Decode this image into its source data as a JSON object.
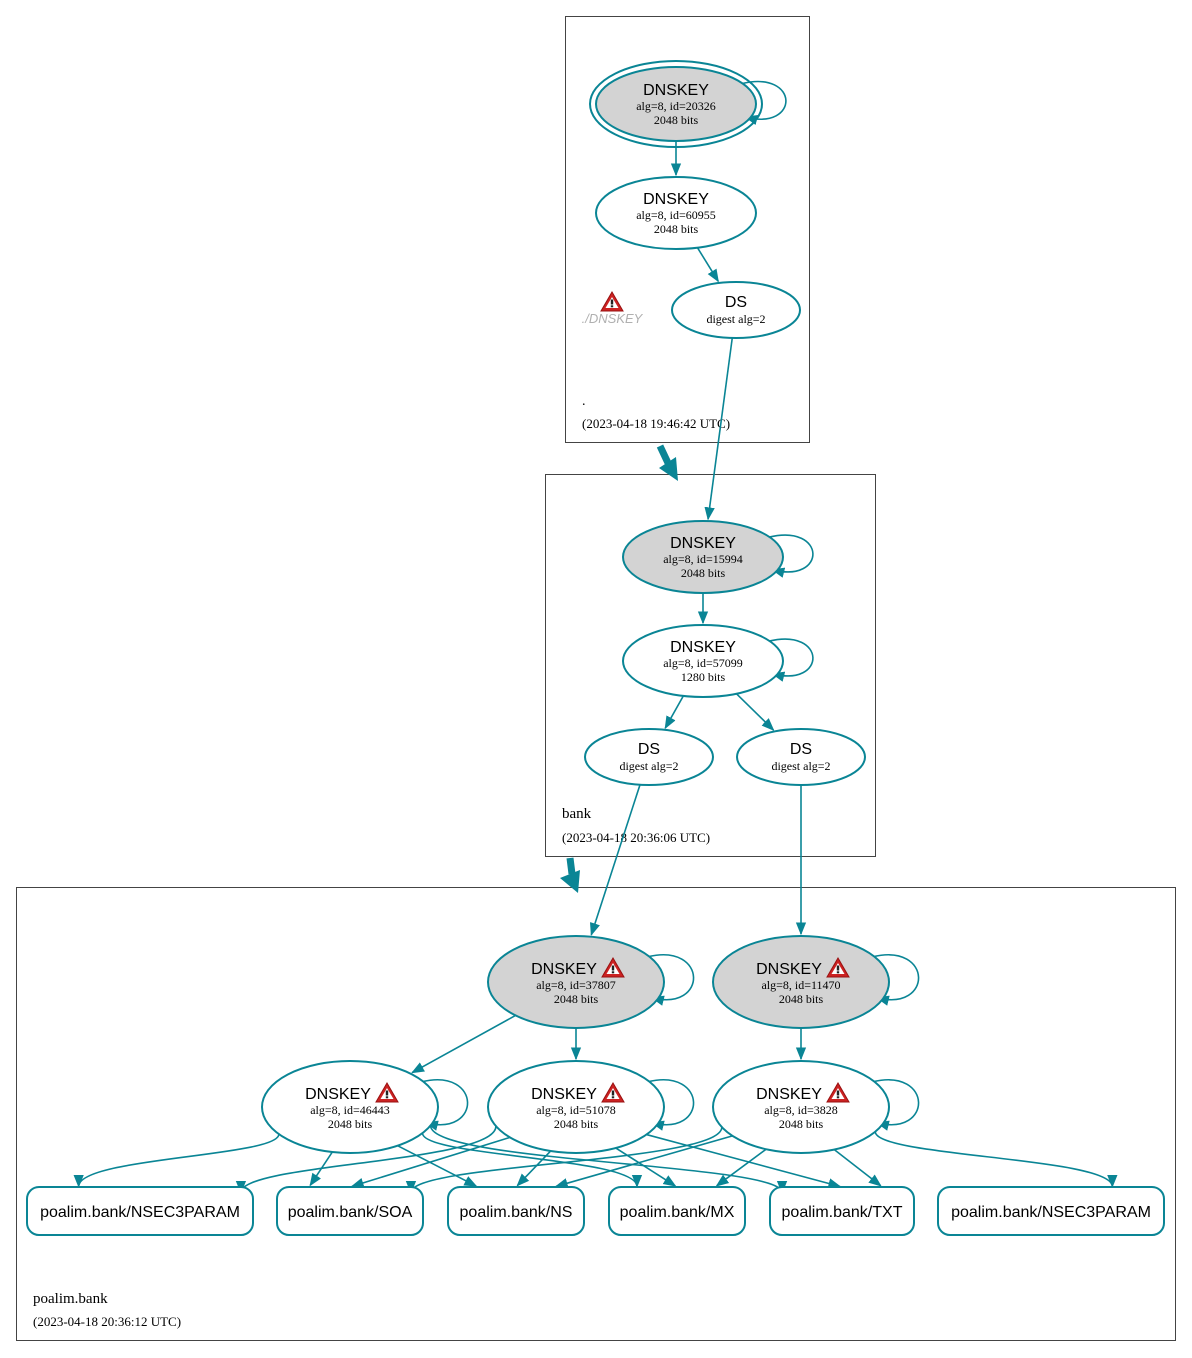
{
  "colors": {
    "edge": "#0a8595",
    "cluster_border": "#444444",
    "ksk_fill": "#d3d3d3",
    "warning_red": "#cc2222",
    "muted_text": "#b0b0b0"
  },
  "zones": [
    {
      "id": "root",
      "name": ".",
      "timestamp": "(2023-04-18 19:46:42 UTC)",
      "missing_label": "./DNSKEY"
    },
    {
      "id": "bank",
      "name": "bank",
      "timestamp": "(2023-04-18 20:36:06 UTC)"
    },
    {
      "id": "poalim",
      "name": "poalim.bank",
      "timestamp": "(2023-04-18 20:36:12 UTC)"
    }
  ],
  "nodes": [
    {
      "id": "r1",
      "type": "DNSKEY",
      "title": "DNSKEY",
      "l1": "alg=8, id=20326",
      "l2": "2048 bits",
      "ksk": true,
      "trust_anchor": true,
      "warning": false
    },
    {
      "id": "r2",
      "type": "DNSKEY",
      "title": "DNSKEY",
      "l1": "alg=8, id=60955",
      "l2": "2048 bits",
      "ksk": false,
      "warning": false
    },
    {
      "id": "rds",
      "type": "DS",
      "title": "DS",
      "l1": "digest alg=2"
    },
    {
      "id": "b1",
      "type": "DNSKEY",
      "title": "DNSKEY",
      "l1": "alg=8, id=15994",
      "l2": "2048 bits",
      "ksk": true,
      "warning": false
    },
    {
      "id": "b2",
      "type": "DNSKEY",
      "title": "DNSKEY",
      "l1": "alg=8, id=57099",
      "l2": "1280 bits",
      "ksk": false,
      "warning": false
    },
    {
      "id": "bds1",
      "type": "DS",
      "title": "DS",
      "l1": "digest alg=2"
    },
    {
      "id": "bds2",
      "type": "DS",
      "title": "DS",
      "l1": "digest alg=2"
    },
    {
      "id": "p1",
      "type": "DNSKEY",
      "title": "DNSKEY",
      "l1": "alg=8, id=37807",
      "l2": "2048 bits",
      "ksk": true,
      "warning": true
    },
    {
      "id": "p2",
      "type": "DNSKEY",
      "title": "DNSKEY",
      "l1": "alg=8, id=11470",
      "l2": "2048 bits",
      "ksk": true,
      "warning": true
    },
    {
      "id": "p3",
      "type": "DNSKEY",
      "title": "DNSKEY",
      "l1": "alg=8, id=46443",
      "l2": "2048 bits",
      "ksk": false,
      "warning": true
    },
    {
      "id": "p4",
      "type": "DNSKEY",
      "title": "DNSKEY",
      "l1": "alg=8, id=51078",
      "l2": "2048 bits",
      "ksk": false,
      "warning": true
    },
    {
      "id": "p5",
      "type": "DNSKEY",
      "title": "DNSKEY",
      "l1": "alg=8, id=3828",
      "l2": "2048 bits",
      "ksk": false,
      "warning": true
    },
    {
      "id": "rr1",
      "type": "RRset",
      "title": "poalim.bank/NSEC3PARAM"
    },
    {
      "id": "rr2",
      "type": "RRset",
      "title": "poalim.bank/SOA"
    },
    {
      "id": "rr3",
      "type": "RRset",
      "title": "poalim.bank/NS"
    },
    {
      "id": "rr4",
      "type": "RRset",
      "title": "poalim.bank/MX"
    },
    {
      "id": "rr5",
      "type": "RRset",
      "title": "poalim.bank/TXT"
    },
    {
      "id": "rr6",
      "type": "RRset",
      "title": "poalim.bank/NSEC3PARAM"
    }
  ],
  "edges": [
    [
      "r1",
      "r1"
    ],
    [
      "r1",
      "r2"
    ],
    [
      "r2",
      "rds"
    ],
    [
      "rds",
      "b1"
    ],
    [
      "b1",
      "b1"
    ],
    [
      "b1",
      "b2"
    ],
    [
      "b2",
      "b2"
    ],
    [
      "b2",
      "bds1"
    ],
    [
      "b2",
      "bds2"
    ],
    [
      "bds1",
      "p1"
    ],
    [
      "bds2",
      "p2"
    ],
    [
      "p1",
      "p1"
    ],
    [
      "p2",
      "p2"
    ],
    [
      "p1",
      "p3"
    ],
    [
      "p1",
      "p4"
    ],
    [
      "p2",
      "p5"
    ],
    [
      "p3",
      "p3"
    ],
    [
      "p4",
      "p4"
    ],
    [
      "p5",
      "p5"
    ],
    [
      "p3",
      "rr1"
    ],
    [
      "p3",
      "rr2"
    ],
    [
      "p3",
      "rr3"
    ],
    [
      "p3",
      "rr4"
    ],
    [
      "p3",
      "rr5"
    ],
    [
      "p4",
      "rr1"
    ],
    [
      "p4",
      "rr2"
    ],
    [
      "p4",
      "rr3"
    ],
    [
      "p4",
      "rr4"
    ],
    [
      "p4",
      "rr5"
    ],
    [
      "p5",
      "rr2"
    ],
    [
      "p5",
      "rr3"
    ],
    [
      "p5",
      "rr4"
    ],
    [
      "p5",
      "rr5"
    ],
    [
      "p5",
      "rr6"
    ]
  ],
  "delegations": [
    [
      "root",
      "bank"
    ],
    [
      "bank",
      "poalim"
    ]
  ]
}
